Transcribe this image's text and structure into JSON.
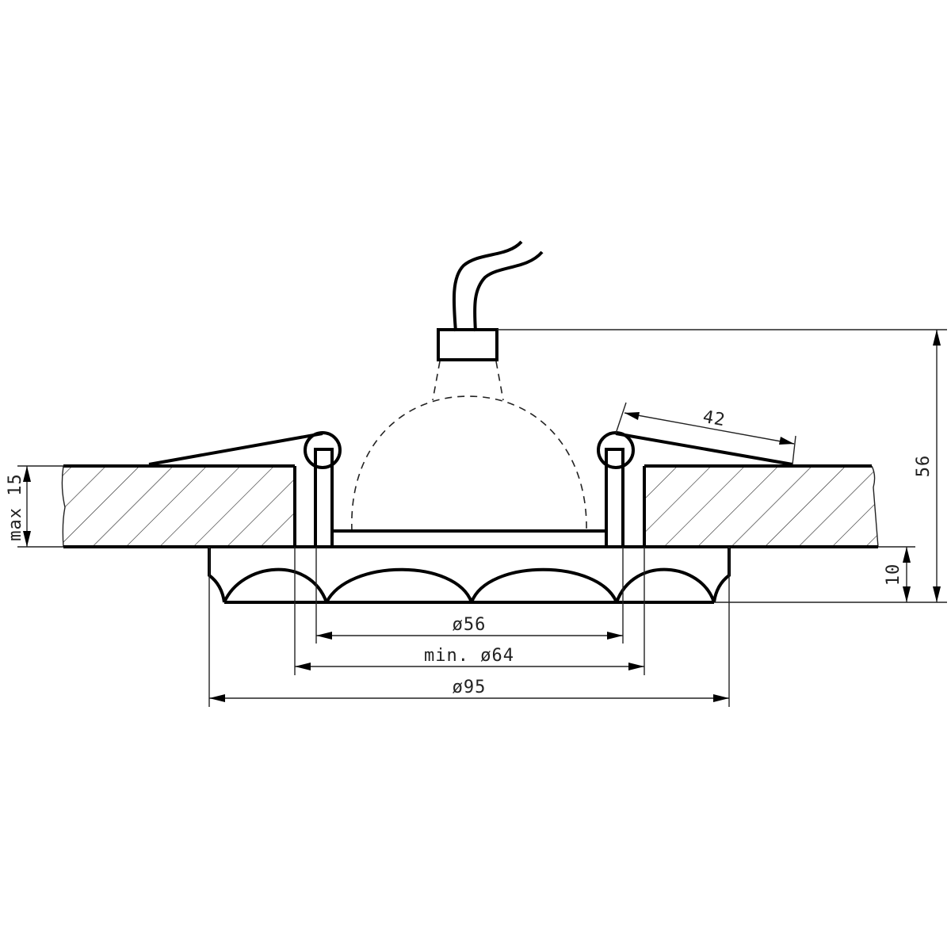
{
  "drawing": {
    "title": "Recessed downlight installation drawing",
    "background": "#ffffff",
    "line_color": "#000000"
  },
  "dimensions": {
    "ceiling_thickness": "max 15",
    "total_height": "56",
    "visible_height": "10",
    "spring_length": "42",
    "lamp_diameter": "ø56",
    "cutout_diameter": "min. ø64",
    "outer_diameter": "ø95"
  },
  "components": {
    "cable": "power-cable",
    "connector": "terminal-block",
    "lamp": "lamp-outline-dashed",
    "springs": "mounting-springs",
    "ceiling": "ceiling-panel-hatched",
    "trim": "decorative-trim-ring"
  }
}
